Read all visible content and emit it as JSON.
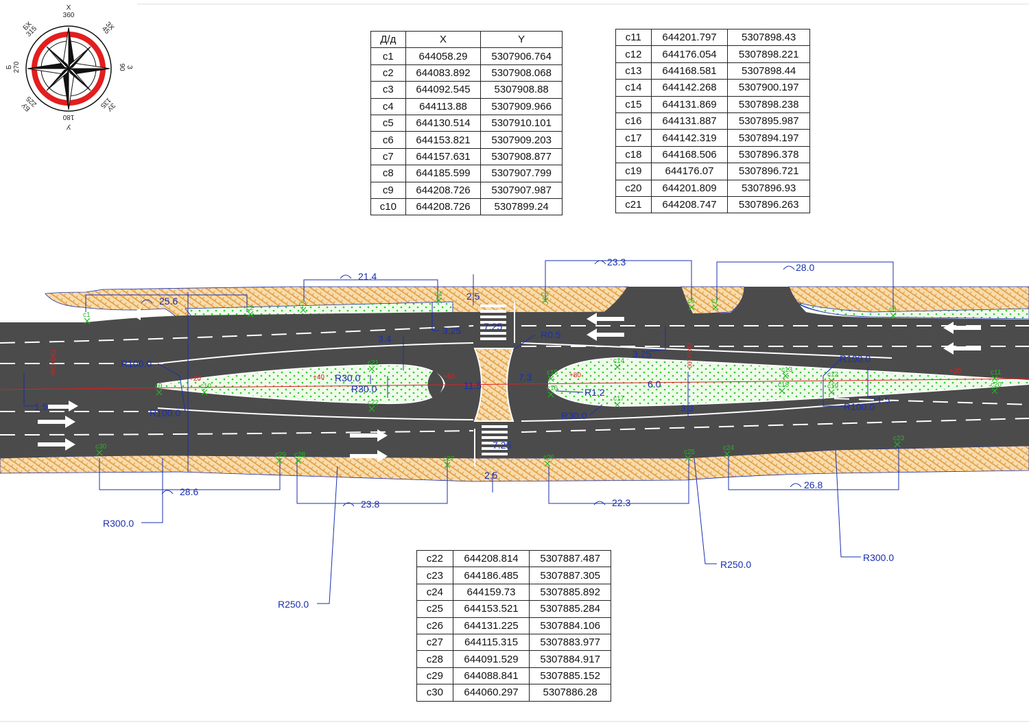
{
  "compass": {
    "north": "Х",
    "north_deg": "360",
    "east": "З",
    "east_deg": "90",
    "south": "У",
    "south_deg": "180",
    "west": "Б",
    "west_deg": "270",
    "nw": "БХ",
    "nw_deg": "315",
    "ne": "ЗХ",
    "ne_deg": "45",
    "se": "ЗУ",
    "se_deg": "135",
    "sw": "БУ",
    "sw_deg": "225"
  },
  "table1": {
    "headers": [
      "Д/д",
      "X",
      "Y"
    ],
    "rows": [
      [
        "c1",
        "644058.29",
        "5307906.764"
      ],
      [
        "c2",
        "644083.892",
        "5307908.068"
      ],
      [
        "c3",
        "644092.545",
        "5307908.88"
      ],
      [
        "c4",
        "644113.88",
        "5307909.966"
      ],
      [
        "c5",
        "644130.514",
        "5307910.101"
      ],
      [
        "c6",
        "644153.821",
        "5307909.203"
      ],
      [
        "c7",
        "644157.631",
        "5307908.877"
      ],
      [
        "c8",
        "644185.599",
        "5307907.799"
      ],
      [
        "c9",
        "644208.726",
        "5307907.987"
      ],
      [
        "c10",
        "644208.726",
        "5307899.24"
      ]
    ]
  },
  "table2": {
    "rows": [
      [
        "c11",
        "644201.797",
        "5307898.43"
      ],
      [
        "c12",
        "644176.054",
        "5307898.221"
      ],
      [
        "c13",
        "644168.581",
        "5307898.44"
      ],
      [
        "c14",
        "644142.268",
        "5307900.197"
      ],
      [
        "c15",
        "644131.869",
        "5307898.238"
      ],
      [
        "c16",
        "644131.887",
        "5307895.987"
      ],
      [
        "c17",
        "644142.319",
        "5307894.197"
      ],
      [
        "c18",
        "644168.506",
        "5307896.378"
      ],
      [
        "c19",
        "644176.07",
        "5307896.721"
      ],
      [
        "c20",
        "644201.809",
        "5307896.93"
      ],
      [
        "c21",
        "644208.747",
        "5307896.263"
      ]
    ]
  },
  "table3": {
    "rows": [
      [
        "c22",
        "644208.814",
        "5307887.487"
      ],
      [
        "c23",
        "644186.485",
        "5307887.305"
      ],
      [
        "c24",
        "644159.73",
        "5307885.892"
      ],
      [
        "c25",
        "644153.521",
        "5307885.284"
      ],
      [
        "c26",
        "644131.225",
        "5307884.106"
      ],
      [
        "c27",
        "644115.315",
        "5307883.977"
      ],
      [
        "c28",
        "644091.529",
        "5307884.917"
      ],
      [
        "c29",
        "644088.841",
        "5307885.152"
      ],
      [
        "c30",
        "644060.297",
        "5307886.28"
      ]
    ]
  },
  "dimensions": {
    "arc_25_6": "25.6",
    "arc_21_4": "21.4",
    "arc_23_3": "23.3",
    "arc_28_0": "28.0",
    "arc_28_6": "28.6",
    "arc_23_8": "23.8",
    "arc_22_3": "22.3",
    "arc_26_8": "26.8",
    "d_2_5_top": "2.5",
    "d_3_25_a": "3.25",
    "d_7_25_top": "7.25",
    "d_3_4": "3.4",
    "d_r05": "R0.5",
    "d_3_25_b": "3.25",
    "d_r100_a": "R100.0",
    "d_r100_b": "R100.0",
    "d_r100_c": "R100.0",
    "d_r100_d": "R100.0",
    "d_r30_a": "R30.0",
    "d_r30_b": "R30.0",
    "d_r30_c": "R30.0",
    "d_11_5": "11.5",
    "d_7_3": "7.3",
    "d_6_0": "6.0",
    "d_r1_2": "R1.2",
    "d_1_5_a": "1.5",
    "d_1_5_b": "1.5",
    "d_3_3": "3.3",
    "d_7_25_bot": "7.25",
    "d_2_5_bot": "2.5",
    "r300_a": "R300.0",
    "r250_a": "R250.0",
    "r250_b": "R250.0",
    "r300_b": "R300.0"
  },
  "stations": {
    "pk_a": "ПК0+000",
    "pk_b": "ПК0+100",
    "p20": "+20",
    "p40": "+40",
    "p60": "+60",
    "p80": "+80",
    "p20b": "+20"
  },
  "points": [
    "c1",
    "c2",
    "c3",
    "c4",
    "c5",
    "c6",
    "c7",
    "c8",
    "c9",
    "c10",
    "c11",
    "c12",
    "c13",
    "c14",
    "c15",
    "c16",
    "c17",
    "c18",
    "c19",
    "c20",
    "c21",
    "c22",
    "c23",
    "c24",
    "c25",
    "c26",
    "c27",
    "c28",
    "c29",
    "c30"
  ],
  "colors": {
    "asphalt": "#4a4a4a",
    "sidewalk": "#f2d6a8",
    "sidewalk_hatch": "#e0a24a",
    "median": "#e9f9e3",
    "dots": "#26c626",
    "dim": "#1a2fb0",
    "axis": "#e02020"
  }
}
